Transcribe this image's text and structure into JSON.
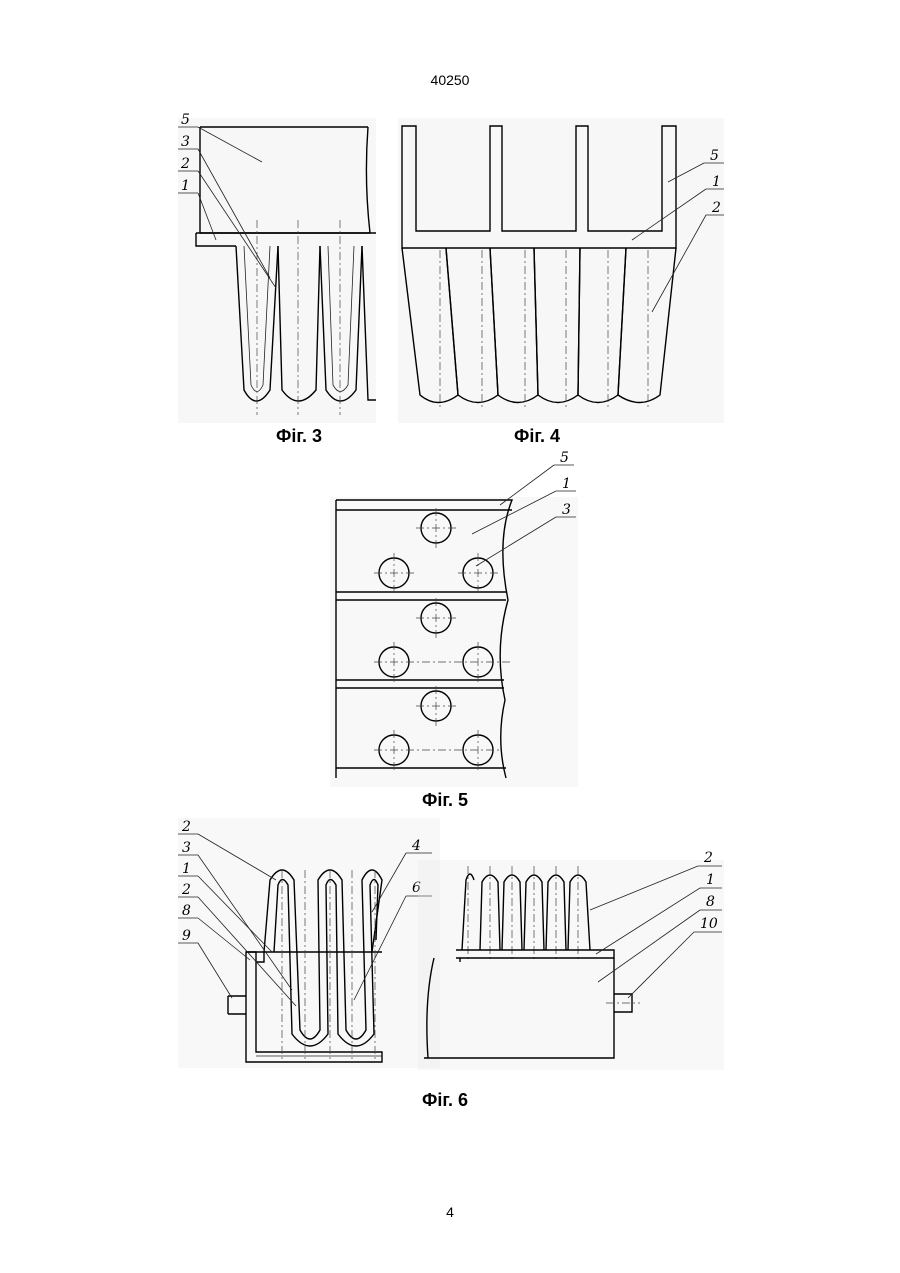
{
  "header": {
    "doc_number": "40250"
  },
  "footer": {
    "page_number": "4"
  },
  "figures": {
    "fig3": {
      "caption": "Фіг. 3",
      "labels": [
        "5",
        "3",
        "2",
        "1"
      ]
    },
    "fig4": {
      "caption": "Фіг. 4",
      "labels": [
        "5",
        "1",
        "2"
      ]
    },
    "fig5": {
      "caption": "Фіг. 5",
      "labels": [
        "5",
        "1",
        "3"
      ]
    },
    "fig6": {
      "caption": "Фіг. 6",
      "labels_left": [
        "2",
        "3",
        "1",
        "2",
        "8",
        "9",
        "4",
        "6"
      ],
      "labels_right": [
        "2",
        "1",
        "8",
        "10"
      ]
    }
  }
}
